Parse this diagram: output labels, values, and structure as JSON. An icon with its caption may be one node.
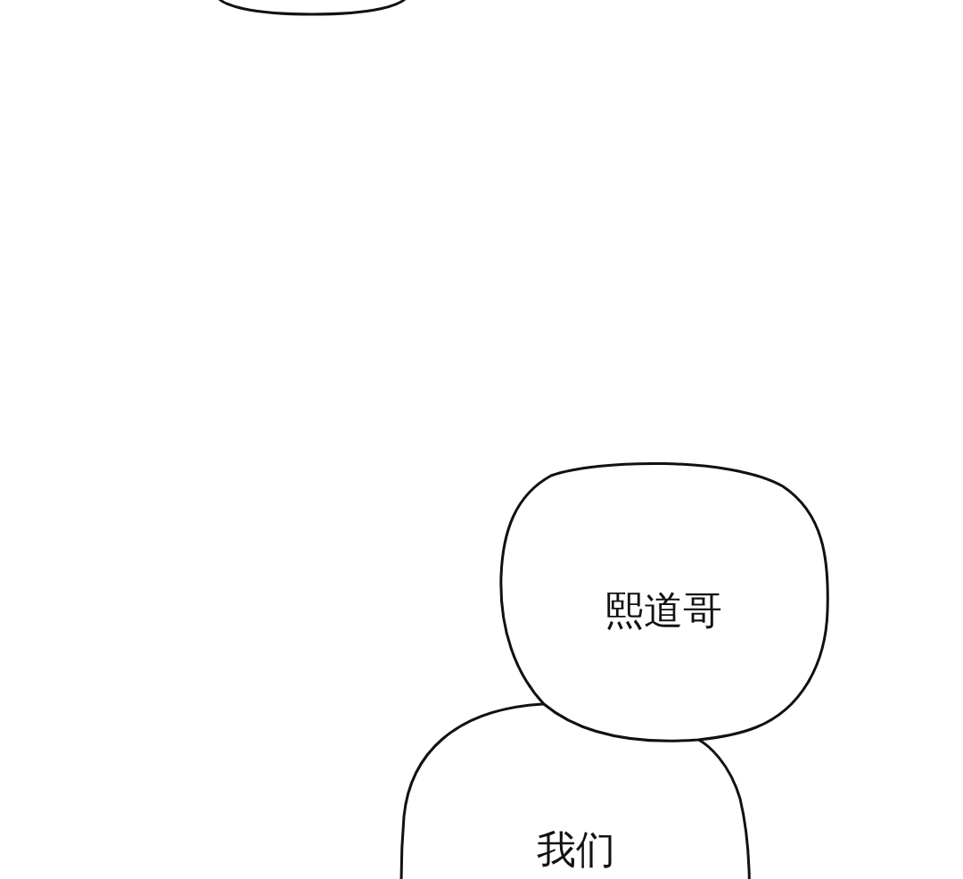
{
  "diagram": {
    "nodes": [
      {
        "text": [],
        "shape": "bubble"
      },
      {
        "text": [
          "熙道哥"
        ]
      },
      {
        "text": [
          "我们"
        ]
      }
    ]
  }
}
